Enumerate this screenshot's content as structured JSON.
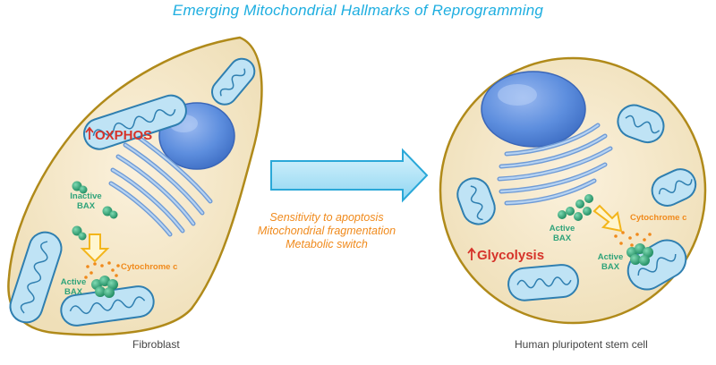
{
  "title": "Emerging Mitochondrial Hallmarks of Reprogramming",
  "fibroblast": {
    "caption": "Fibroblast",
    "oxphos": "OXPHOS",
    "inactive_bax": [
      "Inactive",
      "BAX"
    ],
    "active_bax": [
      "Active",
      "BAX"
    ],
    "cytochrome": "Cytochrome c"
  },
  "stem_cell": {
    "caption": "Human pluripotent stem cell",
    "glycolysis": "Glycolysis",
    "active_bax_top": [
      "Active",
      "BAX"
    ],
    "active_bax_bottom": [
      "Active",
      "BAX"
    ],
    "cytochrome": "Cytochrome c"
  },
  "effects": [
    "Sensitivity to apoptosis",
    "Mitochondrial fragmentation",
    "Metabolic switch"
  ],
  "colors": {
    "title": "#1eaee0",
    "cytoplasm": "#f8ecd0",
    "membrane": "#b08a1a",
    "nucleus": "#5b8fe0",
    "golgi": "#8fb6e4",
    "mitochondria": "#bfe3f5",
    "bax": "#2fa37a",
    "cytochrome": "#f08a1c",
    "metabolism_label": "#d6332a"
  },
  "icons": [
    "up-arrow-icon",
    "process-arrow-icon"
  ]
}
